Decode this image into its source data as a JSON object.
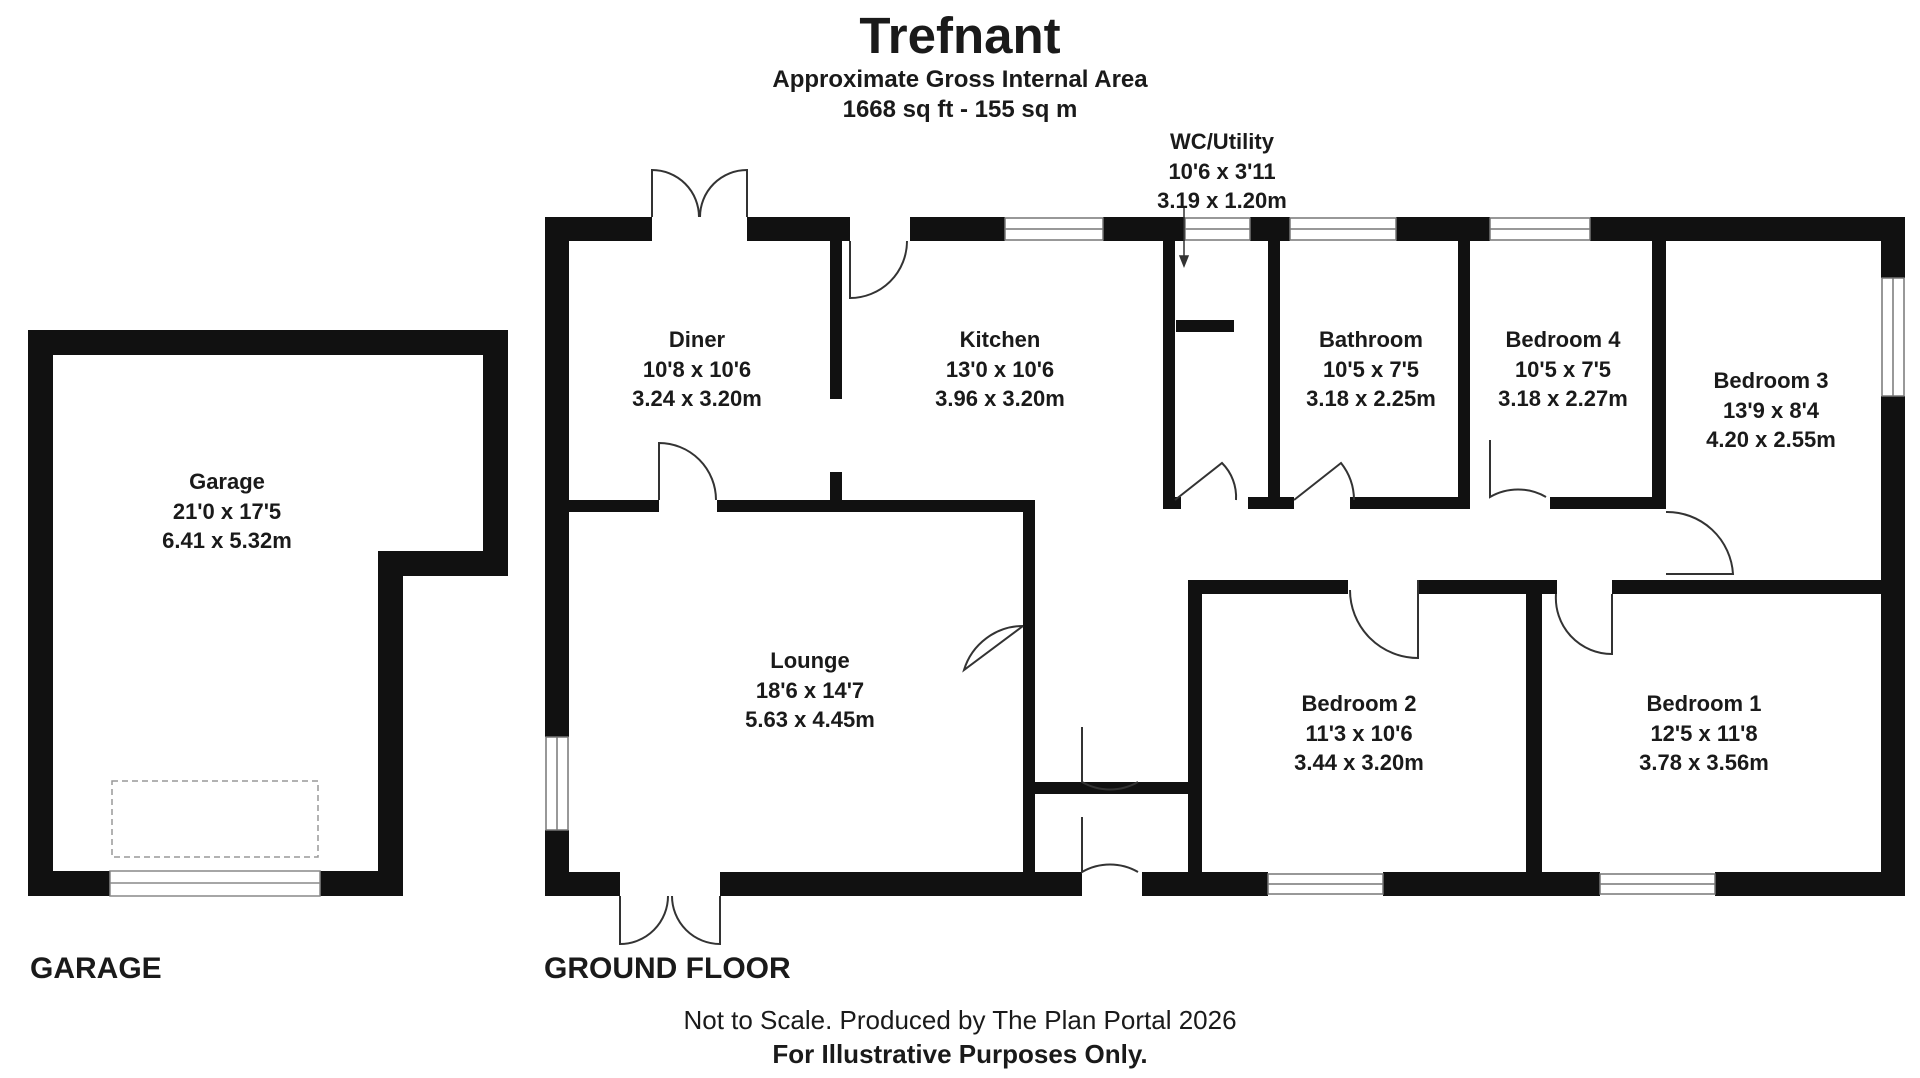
{
  "header": {
    "title": "Trefnant",
    "area_label": "Approximate Gross Internal Area",
    "area_value": "1668 sq ft - 155 sq m"
  },
  "floors": {
    "garage_label": "GARAGE",
    "ground_label": "GROUND FLOOR"
  },
  "rooms": {
    "garage": {
      "name": "Garage",
      "imperial": "21'0 x 17'5",
      "metric": "6.41 x 5.32m"
    },
    "diner": {
      "name": "Diner",
      "imperial": "10'8 x 10'6",
      "metric": "3.24 x 3.20m"
    },
    "kitchen": {
      "name": "Kitchen",
      "imperial": "13'0 x 10'6",
      "metric": "3.96 x 3.20m"
    },
    "wc": {
      "name": "WC/Utility",
      "imperial": "10'6 x 3'11",
      "metric": "3.19 x 1.20m"
    },
    "bathroom": {
      "name": "Bathroom",
      "imperial": "10'5 x 7'5",
      "metric": "3.18 x 2.25m"
    },
    "bed4": {
      "name": "Bedroom 4",
      "imperial": "10'5 x 7'5",
      "metric": "3.18 x 2.27m"
    },
    "bed3": {
      "name": "Bedroom 3",
      "imperial": "13'9 x 8'4",
      "metric": "4.20 x 2.55m"
    },
    "lounge": {
      "name": "Lounge",
      "imperial": "18'6 x 14'7",
      "metric": "5.63 x 4.45m"
    },
    "bed2": {
      "name": "Bedroom 2",
      "imperial": "11'3 x 10'6",
      "metric": "3.44 x 3.20m"
    },
    "bed1": {
      "name": "Bedroom 1",
      "imperial": "12'5 x 11'8",
      "metric": "3.78 x 3.56m"
    }
  },
  "footer": {
    "scale_note": "Not to Scale. Produced by The Plan Portal 2026",
    "disclaimer": "For Illustrative Purposes Only."
  },
  "colors": {
    "wall": "#111111",
    "window_frame": "#777777",
    "background": "#ffffff"
  }
}
